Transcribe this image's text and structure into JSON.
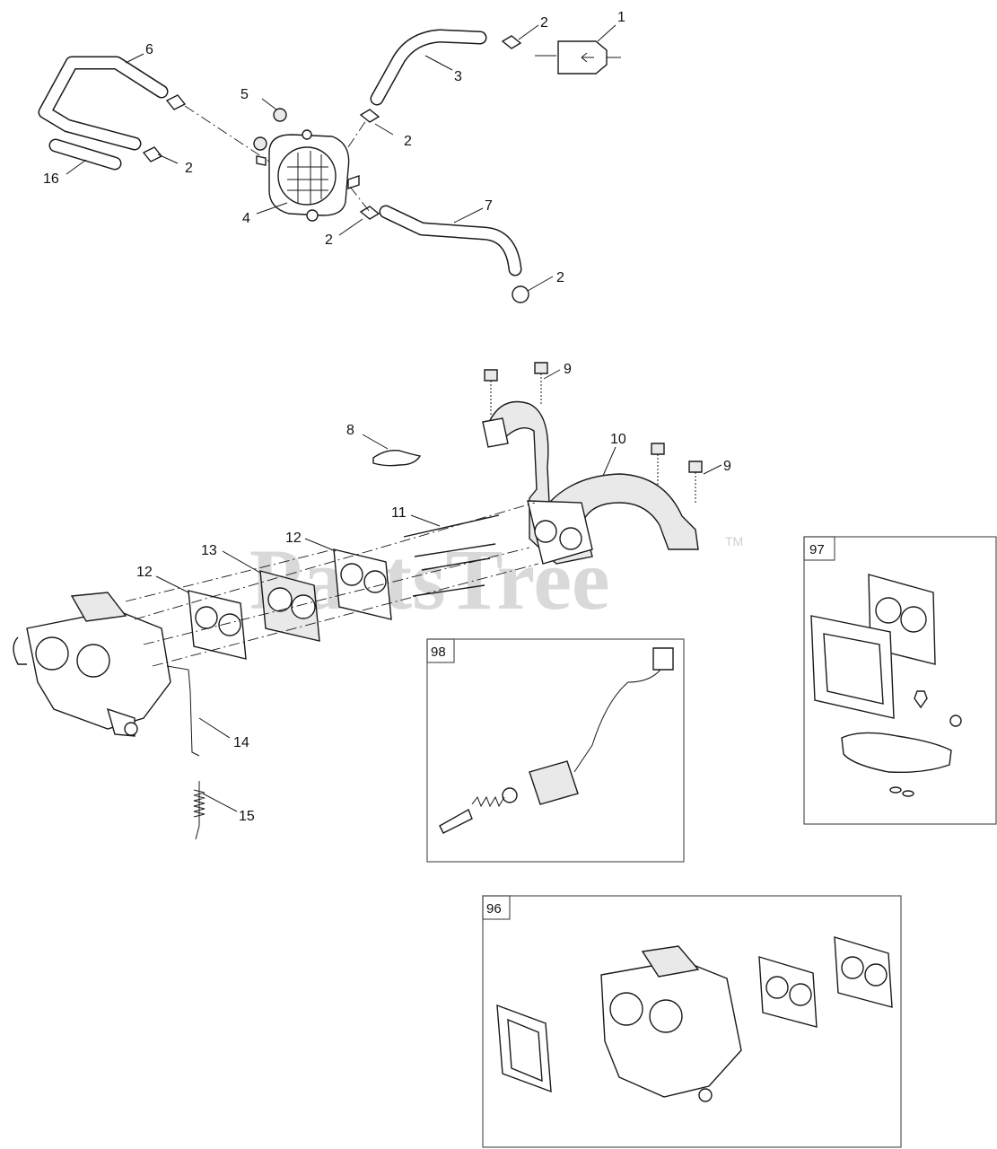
{
  "watermark": {
    "brand": "PartsTree",
    "trademark": "TM"
  },
  "callouts": {
    "c1": "1",
    "c2a": "2",
    "c2b": "2",
    "c2c": "2",
    "c2d": "2",
    "c2e": "2",
    "c3": "3",
    "c4": "4",
    "c5": "5",
    "c6": "6",
    "c7": "7",
    "c8": "8",
    "c9a": "9",
    "c9b": "9",
    "c10": "10",
    "c11": "11",
    "c12a": "12",
    "c12b": "12",
    "c13": "13",
    "c14": "14",
    "c15": "15",
    "c16": "16"
  },
  "kits": {
    "k96": "96",
    "k97": "97",
    "k98": "98"
  }
}
